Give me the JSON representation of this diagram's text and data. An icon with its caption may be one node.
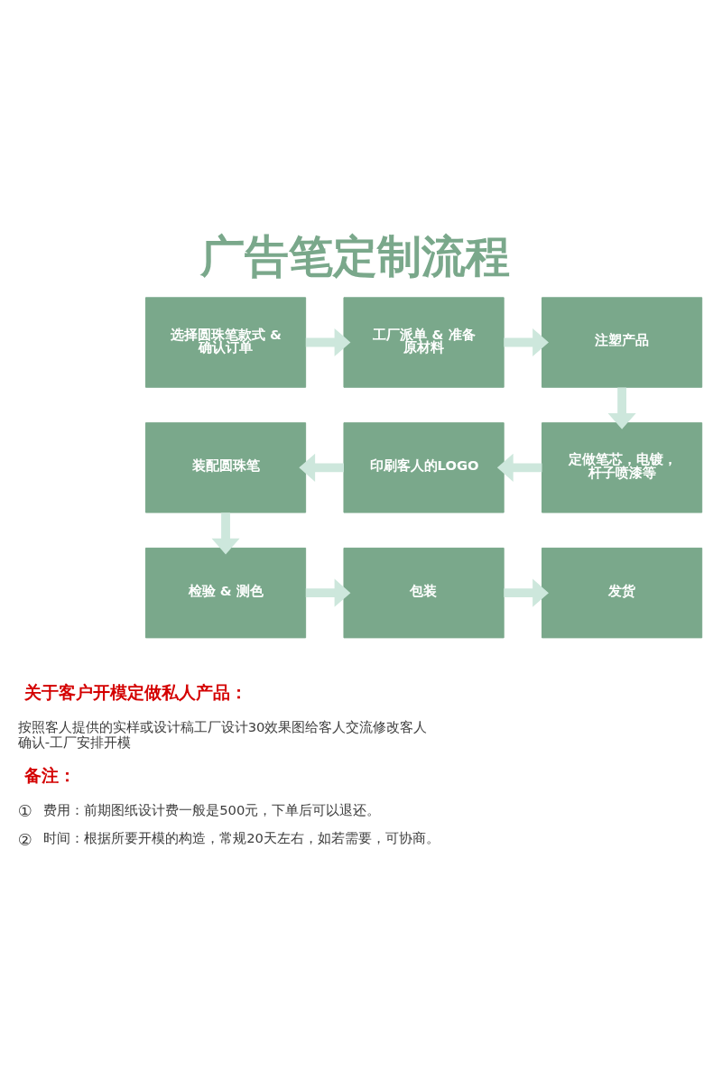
{
  "diagram": {
    "title": "广告笔定制流程",
    "nodes": [
      {
        "text": [
          "选择圆珠笔款式 & 确认订单"
        ]
      },
      {
        "text": [
          "工厂派单 & 准备原材料"
        ]
      },
      {
        "text": [
          "注塑产品"
        ]
      },
      {
        "text": [
          "定做笔芯，电镀，杆子喷漆等"
        ]
      },
      {
        "text": [
          "印刷客人的LOGO"
        ]
      },
      {
        "text": [
          "装配圆珠笔"
        ]
      },
      {
        "text": [
          "检验 & 测色"
        ]
      },
      {
        "text": [
          "包装"
        ]
      },
      {
        "text": [
          "发货"
        ]
      }
    ],
    "edges": [
      {
        "from": 0,
        "to": 1,
        "arrow": "to"
      },
      {
        "from": 1,
        "to": 2,
        "arrow": "to"
      },
      {
        "from": 2,
        "to": 3,
        "arrow": "to"
      },
      {
        "from": 3,
        "to": 4,
        "arrow": "to"
      },
      {
        "from": 4,
        "to": 5,
        "arrow": "to"
      },
      {
        "from": 5,
        "to": 6,
        "arrow": "to"
      },
      {
        "from": 6,
        "to": 7,
        "arrow": "to"
      },
      {
        "from": 7,
        "to": 8,
        "arrow": "to"
      }
    ],
    "labels": [
      "关于客户开模定做私人产品：",
      "按照客人提供的实样或设计稿工厂设计30效果图给客人交流修改客人确认-工厂安排开模",
      "备注：",
      "①",
      "费用：前期图纸设计费一般是500元，下单后可以退还。",
      "②",
      "时间：根据所要开模的构造，常规20天左右，如若需要，可协商。"
    ]
  }
}
